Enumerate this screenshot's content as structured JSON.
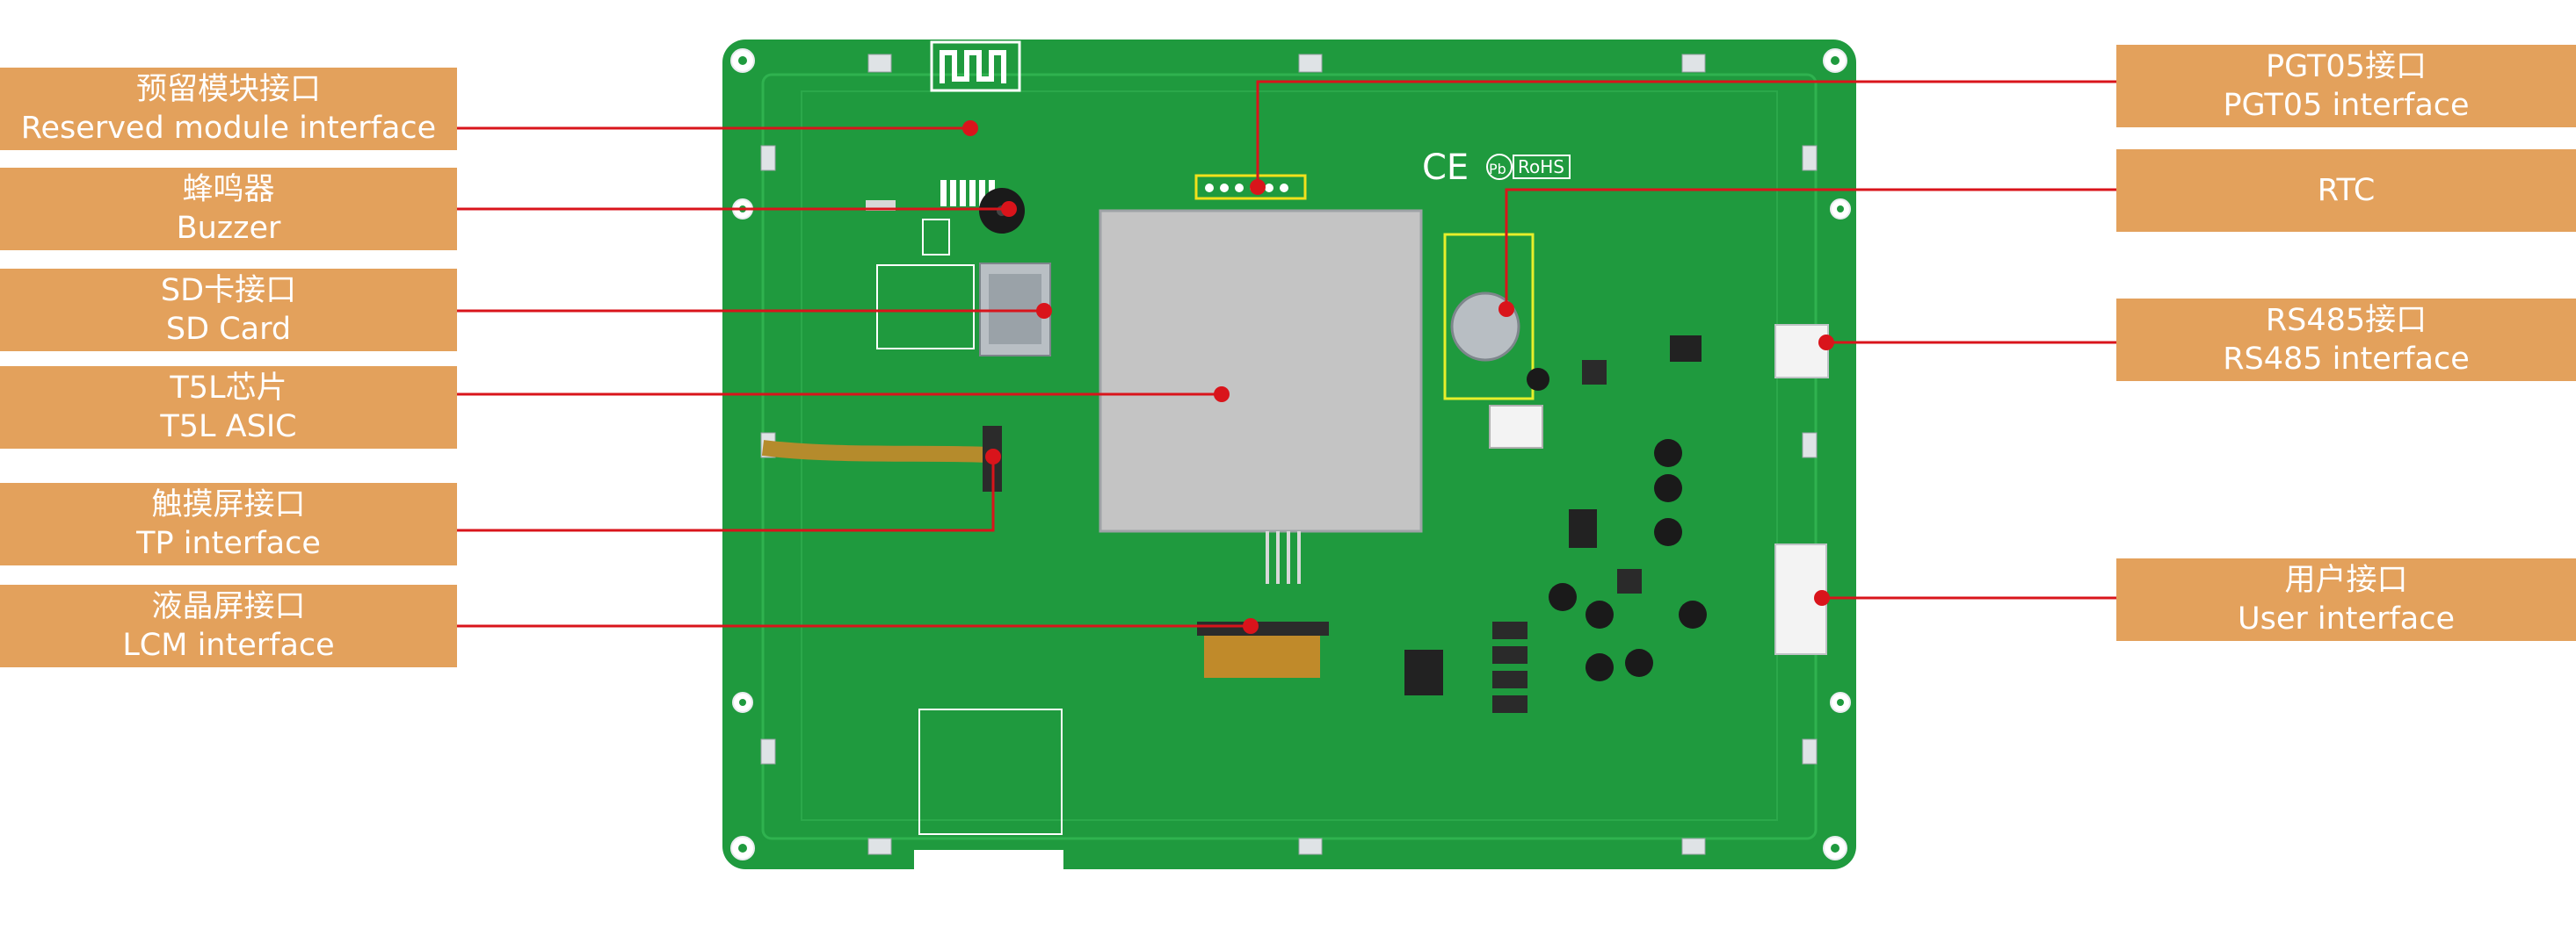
{
  "diagram": {
    "board_markings": {
      "ce": "CE",
      "pb": "Pb",
      "rohs": "RoHS"
    },
    "left_labels": [
      {
        "id": "reserved-module",
        "zh": "预留模块接口",
        "en": "Reserved module interface"
      },
      {
        "id": "buzzer",
        "zh": "蜂鸣器",
        "en": "Buzzer"
      },
      {
        "id": "sd-card",
        "zh": "SD卡接口",
        "en": "SD Card"
      },
      {
        "id": "t5l-chip",
        "zh": "T5L芯片",
        "en": "T5L ASIC"
      },
      {
        "id": "tp-interface",
        "zh": "触摸屏接口",
        "en": "TP interface"
      },
      {
        "id": "lcm-interface",
        "zh": "液晶屏接口",
        "en": "LCM interface"
      }
    ],
    "right_labels": [
      {
        "id": "pgt05",
        "zh": "PGT05接口",
        "en": "PGT05 interface"
      },
      {
        "id": "rtc",
        "zh": "",
        "en": "RTC"
      },
      {
        "id": "rs485",
        "zh": "RS485接口",
        "en": "RS485 interface"
      },
      {
        "id": "user-interface",
        "zh": "用户接口",
        "en": "User interface"
      }
    ],
    "colors": {
      "label_bg": "#e3a15c",
      "label_text": "#ffffff",
      "leader_line": "#d9141b",
      "pcb": "#1f9a3e",
      "pcb_dark": "#178432",
      "chip": "#c4c4c4"
    }
  }
}
